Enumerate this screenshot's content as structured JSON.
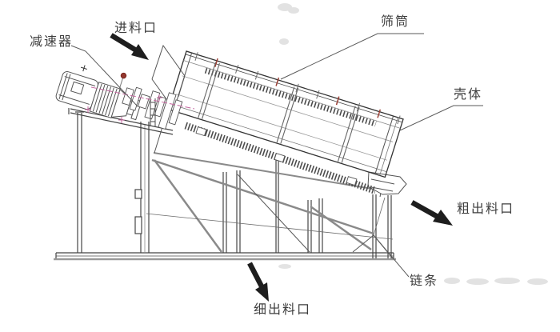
{
  "figure": {
    "type": "engineering-line-drawing",
    "subject": "inclined-trommel-screen-side-view",
    "background": "#ffffff",
    "labels": {
      "reducer": "减速器",
      "feed_inlet": "进料口",
      "screen_drum": "筛筒",
      "shell": "壳体",
      "coarse_outlet": "粗出料口",
      "chain": "链条",
      "fine_outlet": "细出料口"
    },
    "colors": {
      "line": "#3f3f3f",
      "light_line": "#8a8a8a",
      "arrow": "#1e1e1e",
      "label_text": "#3e3e3e",
      "red_mark": "#93372e",
      "magenta_mark": "#c667a0",
      "watermark": "#cccccc"
    }
  }
}
